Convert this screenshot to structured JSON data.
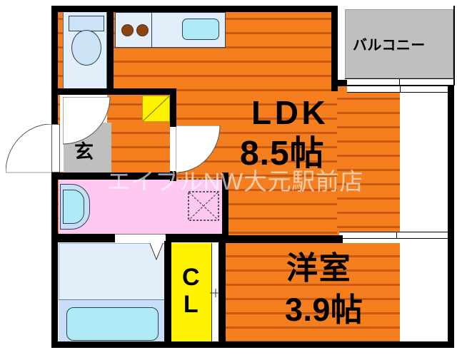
{
  "plan": {
    "title": "Apartment floor plan 1LDK",
    "watermark": "エイブルNW大元駅前店",
    "colors": {
      "floor_orange": "#F57F1E",
      "floor_line": "#C85A14",
      "washroom_pink": "#FFC8F0",
      "closet_yellow": "#FFF200",
      "balcony_gray": "#BFBFBF",
      "entry_gray": "#BFBFBF",
      "fixture_pale_blue": "#E2EFFB",
      "tub_cyan": "#AEEBF7",
      "wall_black": "#000000"
    },
    "rooms": [
      {
        "id": "ldk",
        "name_line1": "LDK",
        "name_line2": "8.5帖"
      },
      {
        "id": "washitsu",
        "name_line1": "洋室",
        "name_line2": "3.9帖"
      },
      {
        "id": "balcony",
        "name_line1": "バルコニー",
        "name_line2": ""
      },
      {
        "id": "genkan",
        "name_line1": "玄",
        "name_line2": ""
      },
      {
        "id": "closet",
        "name_line1": "C",
        "name_line2": "L"
      }
    ],
    "labels": {
      "ldk": "LDK",
      "ldk_size": "8.5帖",
      "yoshitsu": "洋室",
      "yoshitsu_size": "3.9帖",
      "balcony": "バルコニー",
      "genkan": "玄",
      "closet_c": "C",
      "closet_l": "L"
    },
    "fixtures": [
      {
        "name": "toilet",
        "label": ""
      },
      {
        "name": "kitchen-stove",
        "label": ""
      },
      {
        "name": "kitchen-sink",
        "label": ""
      },
      {
        "name": "vanity-sink",
        "label": ""
      },
      {
        "name": "washer-space",
        "label": ""
      },
      {
        "name": "bathtub",
        "label": ""
      },
      {
        "name": "shoe-box",
        "label": ""
      }
    ]
  }
}
